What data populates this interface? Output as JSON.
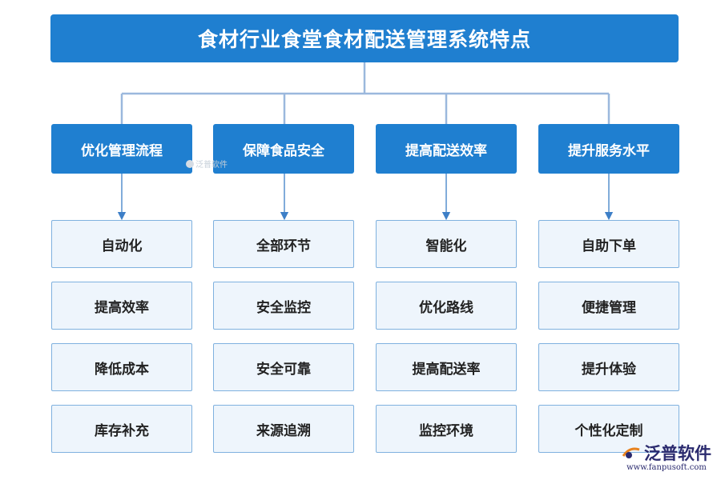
{
  "title": "食材行业食堂食材配送管理系统特点",
  "categories": [
    {
      "label": "优化管理流程",
      "items": [
        "自动化",
        "提高效率",
        "降低成本",
        "库存补充"
      ]
    },
    {
      "label": "保障食品安全",
      "items": [
        "全部环节",
        "安全监控",
        "安全可靠",
        "来源追溯"
      ]
    },
    {
      "label": "提高配送效率",
      "items": [
        "智能化",
        "优化路线",
        "提高配送率",
        "监控环境"
      ]
    },
    {
      "label": "提升服务水平",
      "items": [
        "自助下单",
        "便捷管理",
        "提升体验",
        "个性化定制"
      ]
    }
  ],
  "watermark": "泛普软件",
  "logo": {
    "name": "泛普软件",
    "url": "www.fanpusoft.com"
  },
  "colors": {
    "primary": "#1f7fd0",
    "item_bg": "#eef5fc",
    "item_border": "#7fb1df",
    "connector": "#9bb8dd"
  }
}
